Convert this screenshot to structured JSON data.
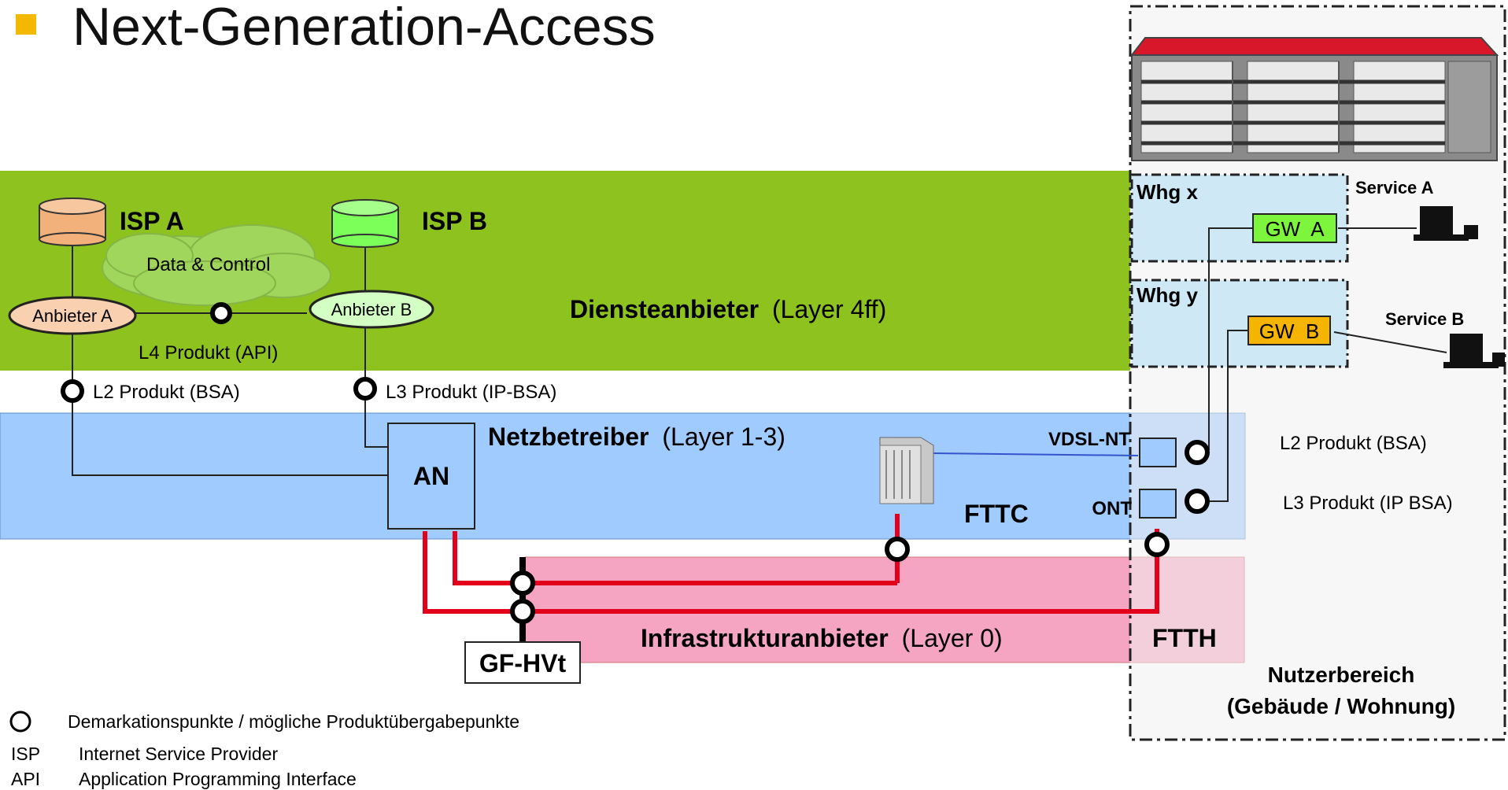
{
  "title": "Next-Generation-Access",
  "colors": {
    "bullet": "#f3b800",
    "layer_service": "#8dc21f",
    "layer_network": "#9fcbff",
    "layer_infra": "#f5a4c2",
    "fiber": "#e3001b",
    "isp_a": "#f2b07a",
    "isp_b": "#7dff5a",
    "gw_a": "#7cf53c",
    "gw_b": "#f4b400",
    "whg_bg": "#cfe8f5"
  },
  "isp_a": {
    "label": "ISP A",
    "provider": "Anbieter A"
  },
  "isp_b": {
    "label": "ISP B",
    "provider": "Anbieter B"
  },
  "cloud_label": "Data & Control",
  "l4_product": "L4 Produkt (API)",
  "l2_product": "L2 Produkt (BSA)",
  "l3_product": "L3 Produkt (IP-BSA)",
  "layers": {
    "service": {
      "name": "Diensteanbieter",
      "suffix": "(Layer 4ff)"
    },
    "network": {
      "name": "Netzbetreiber",
      "suffix": "(Layer 1-3)"
    },
    "infra": {
      "name": "Infrastrukturanbieter",
      "suffix": "(Layer 0)"
    }
  },
  "an_label": "AN",
  "fttc_label": "FTTC",
  "ftth_label": "FTTH",
  "vdsl_label": "VDSL-NT",
  "ont_label": "ONT",
  "gfhvt_label": "GF-HVt",
  "whg_x": "Whg x",
  "whg_y": "Whg y",
  "gw_a": "GW  A",
  "gw_b": "GW  B",
  "service_a": "Service A",
  "service_b": "Service B",
  "right_l2": "L2 Produkt (BSA)",
  "right_l3": "L3 Produkt (IP BSA)",
  "user_area": {
    "line1": "Nutzerbereich",
    "line2": "(Gebäude / Wohnung)"
  },
  "legend": [
    {
      "key": "",
      "text": "Demarkationspunkte / mögliche Produktübergabepunkte"
    },
    {
      "key": "ISP",
      "text": "Internet Service Provider"
    },
    {
      "key": "API",
      "text": "Application Programming Interface"
    }
  ]
}
